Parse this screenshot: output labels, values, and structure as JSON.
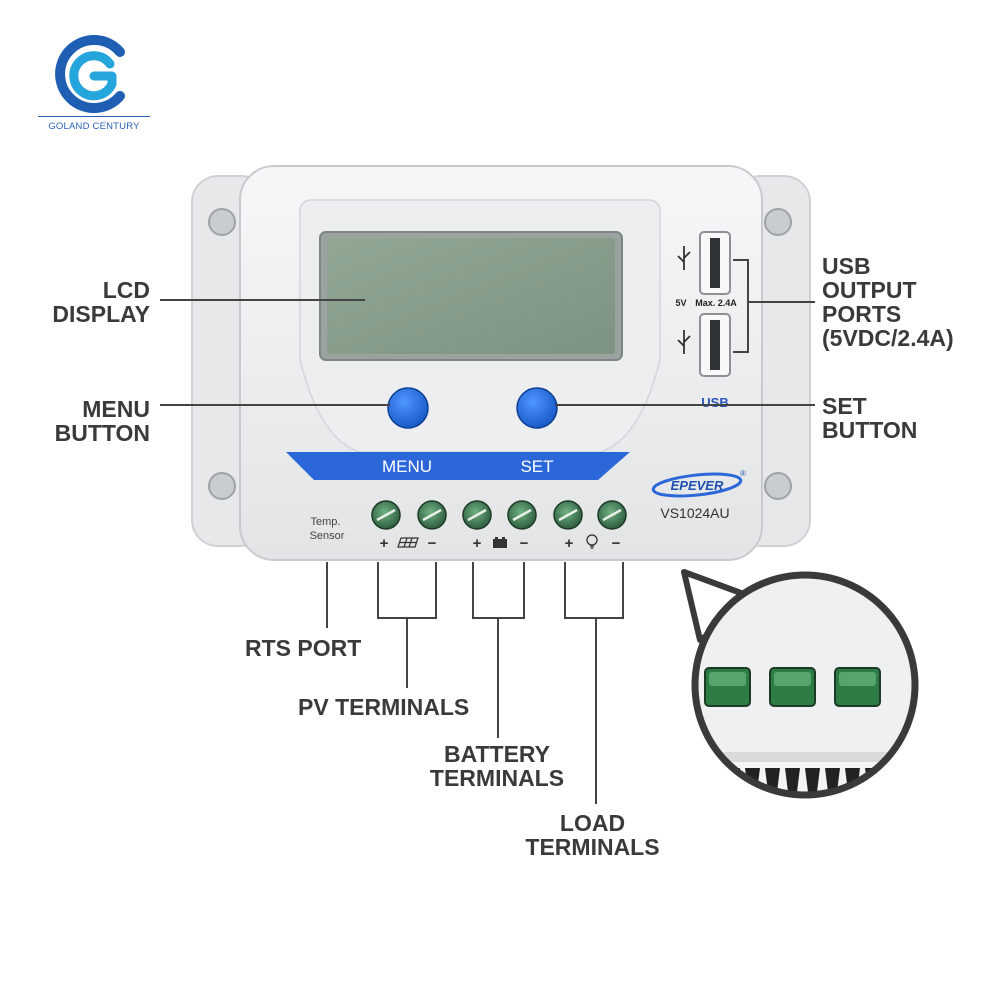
{
  "brand": {
    "name": "GOLAND CENTURY",
    "colors": {
      "blue": "#1e5fb4",
      "teal": "#24a6dc"
    }
  },
  "device": {
    "panel_labels": {
      "menu": "MENU",
      "set": "SET"
    },
    "manufacturer_logo": "EPEVER",
    "registered_mark": "®",
    "model": "VS1024AU",
    "temp_sensor_label": "Temp.\nSensor",
    "usb_label": "USB",
    "usb_voltage": "5V",
    "usb_current": "Max. 2.4A",
    "terminal_signs": [
      "+",
      "−",
      "+",
      "−",
      "+",
      "−"
    ],
    "terminal_icons": [
      "solar-panel-icon",
      "battery-icon",
      "bulb-icon"
    ],
    "colors": {
      "body": "#ebedee",
      "lcd": "#869c8a",
      "button": "#1f6fe0",
      "stripe": "#2c67da",
      "terminal": "#357a4a"
    }
  },
  "callouts": {
    "lcd_display": "LCD\nDISPLAY",
    "menu_button": "MENU\nBUTTON",
    "set_button": "SET\nBUTTON",
    "usb_ports": "USB\nOUTPUT\nPORTS\n(5VDC/2.4A)",
    "rts_port": "RTS PORT",
    "pv_terminals": "PV TERMINALS",
    "battery_terminals": "BATTERY\nTERMINALS",
    "load_terminals": "LOAD\nTERMINALS"
  }
}
